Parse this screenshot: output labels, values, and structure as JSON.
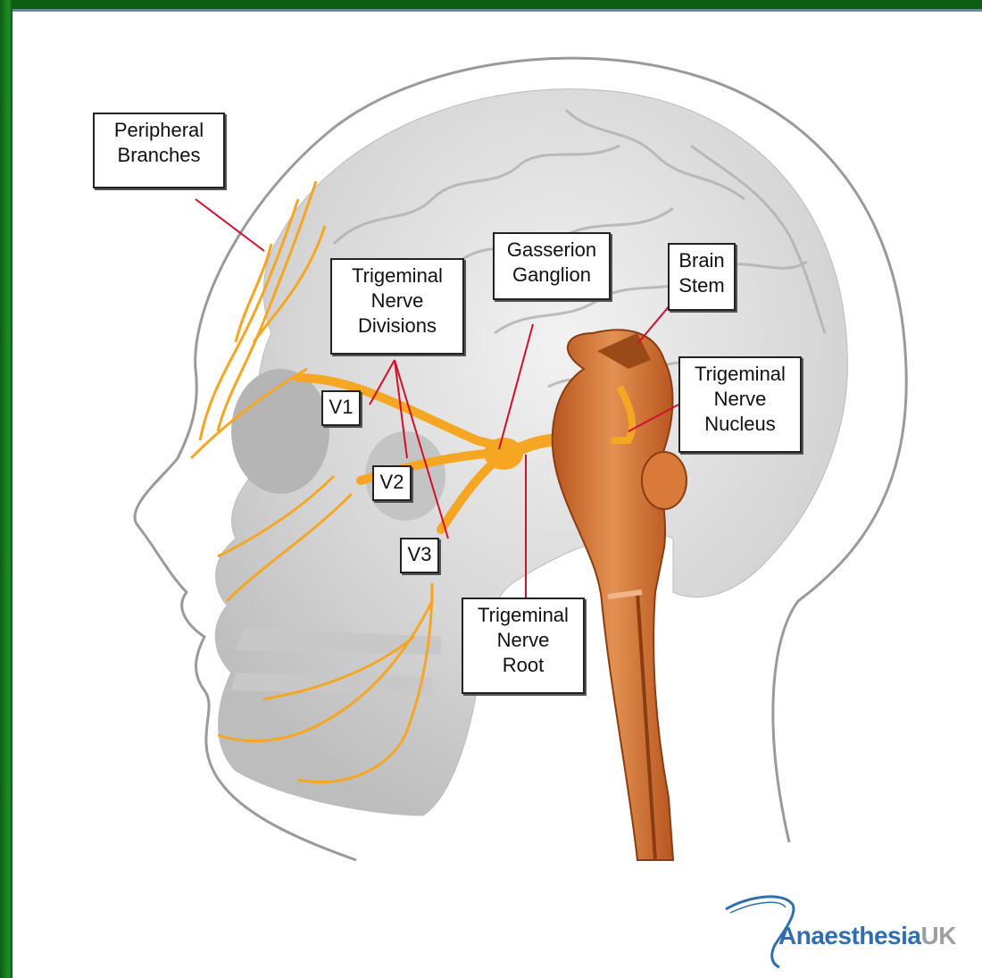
{
  "labels": {
    "peripheral_branches": "Peripheral\nBranches",
    "trigeminal_nerve_divisions": "Trigeminal\nNerve\nDivisions",
    "gasserion_ganglion": "Gasserion\nGanglion",
    "brain_stem": "Brain\nStem",
    "trigeminal_nerve_nucleus": "Trigeminal\nNerve\nNucleus",
    "trigeminal_nerve_root": "Trigeminal\nNerve\nRoot",
    "v1": "V1",
    "v2": "V2",
    "v3": "V3"
  },
  "logo": {
    "main": "Anaesthesia",
    "suffix": "UK"
  },
  "colors": {
    "nerve": "#f5a623",
    "brainstem": "#d9773a",
    "leader_line": "#d0102a",
    "skull": "#d9d9d9",
    "frame_green": "#1a7a1f"
  }
}
